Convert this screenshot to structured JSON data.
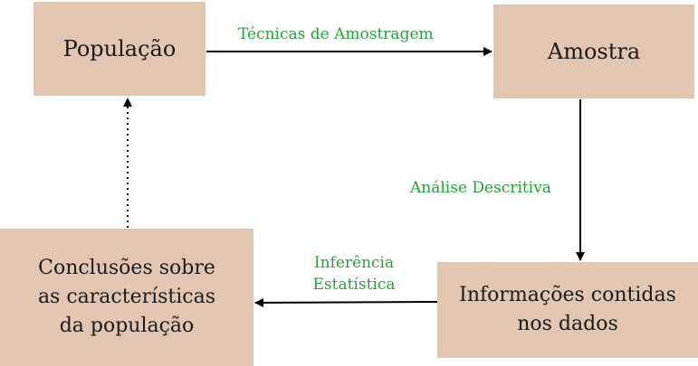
{
  "boxes": {
    "populacao": "População",
    "amostra": "Amostra",
    "informacoes": [
      "Informações contidas",
      "nos dados"
    ],
    "conclusoes": [
      "Conclusões sobre",
      "as características",
      "da população"
    ]
  },
  "labels": {
    "tecnicas": "Técnicas de Amostragem",
    "analise": "Análise Descritiva",
    "inferencia": [
      "Inferência",
      "Estatística"
    ]
  },
  "colors": {
    "box_fill": "#e2c6b2",
    "label_green": "#23a23a",
    "arrow": "#000000"
  }
}
